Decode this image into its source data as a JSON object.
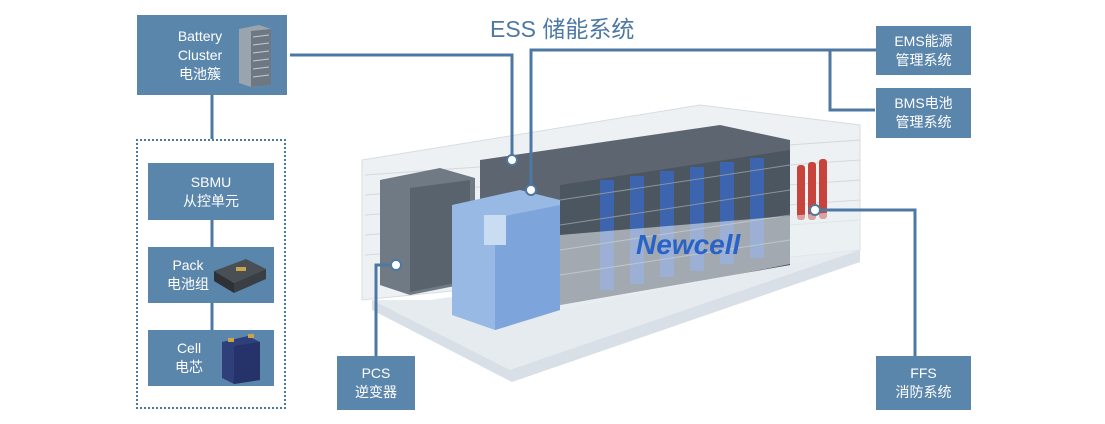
{
  "title": "ESS 储能系统",
  "boxes": {
    "battery_cluster": {
      "line1": "Battery",
      "line2": "Cluster",
      "line3": "电池簇"
    },
    "sbmu": {
      "line1": "SBMU",
      "line2": "从控单元"
    },
    "pack": {
      "line1": "Pack",
      "line2": "电池组"
    },
    "cell": {
      "line1": "Cell",
      "line2": "电芯"
    },
    "pcs": {
      "line1": "PCS",
      "line2": "逆变器"
    },
    "ems": {
      "line1": "EMS能源",
      "line2": "管理系统"
    },
    "bms": {
      "line1": "BMS电池",
      "line2": "管理系统"
    },
    "ffs": {
      "line1": "FFS",
      "line2": "消防系统"
    }
  },
  "brand": "Newcell",
  "colors": {
    "box": "#5b86ac",
    "line": "#4d78a4",
    "title": "#4d78a4",
    "brand": "#2a63c8"
  }
}
